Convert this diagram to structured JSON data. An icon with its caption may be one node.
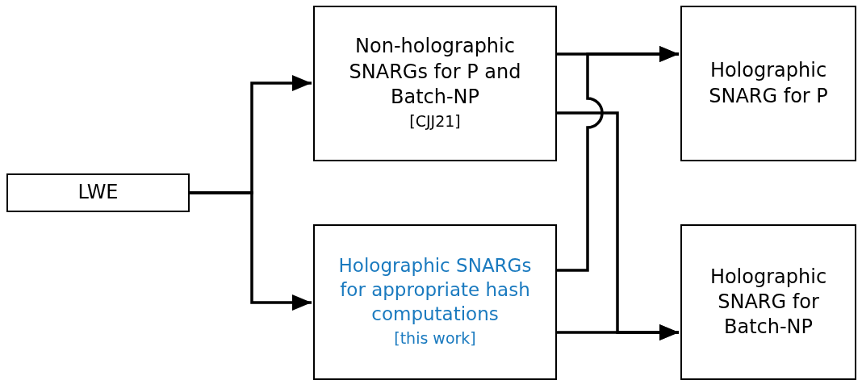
{
  "diagram": {
    "nodes": [
      {
        "text": [
          "LWE"
        ]
      },
      {
        "text": [
          "Non-holographic SNARGs for P and Batch-NP",
          "[CJJ21]"
        ]
      },
      {
        "text": [
          "Holographic SNARGs for appropriate hash computations",
          "[this work]"
        ]
      },
      {
        "text": [
          "Holographic SNARG for P"
        ]
      },
      {
        "text": [
          "Holographic SNARG for Batch-NP"
        ]
      }
    ],
    "edges": [
      {
        "from": 0,
        "to": 1,
        "arrow": "to"
      },
      {
        "from": 0,
        "to": 2,
        "arrow": "to"
      },
      {
        "from": 1,
        "to": 3,
        "arrow": "to"
      },
      {
        "from": 1,
        "to": 4,
        "arrow": "to"
      },
      {
        "from": 2,
        "to": 3,
        "arrow": "to"
      },
      {
        "from": 2,
        "to": 4,
        "arrow": "to"
      }
    ]
  }
}
